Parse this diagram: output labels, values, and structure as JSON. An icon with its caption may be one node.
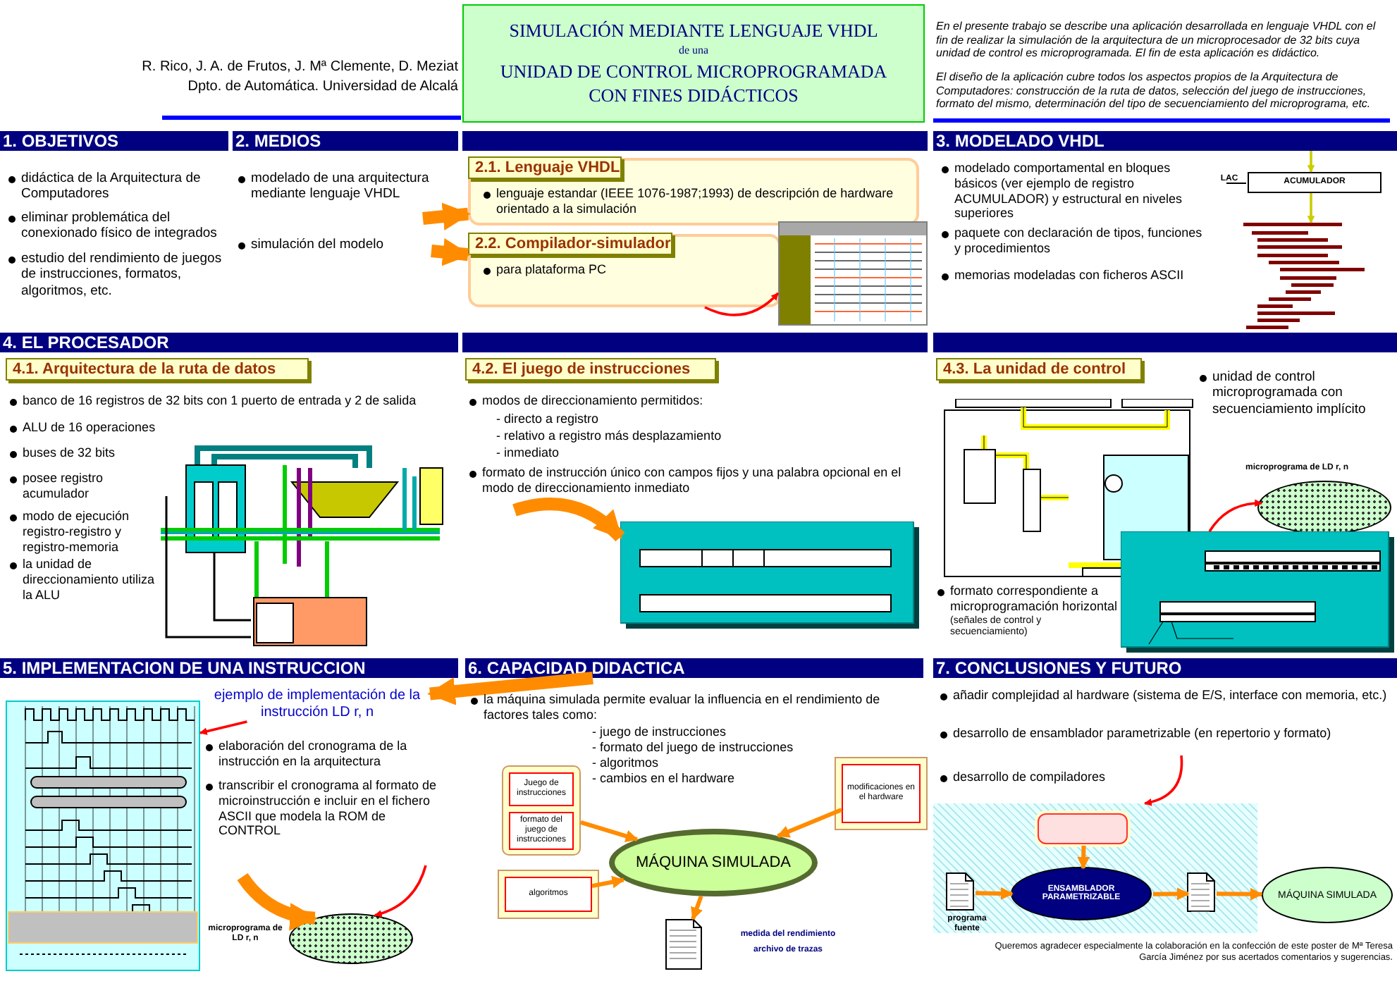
{
  "diagram": {
    "nodes": [
      {
        "text": [
          "SIMULACIÓN MEDIANTE LENGUAJE VHDL",
          "de una",
          "UNIDAD DE CONTROL MICROPROGRAMADA CON FINES DIDÁCTICOS"
        ]
      },
      {
        "text": [
          "1. OBJETIVOS"
        ]
      },
      {
        "text": [
          "2. MEDIOS"
        ]
      },
      {
        "text": [],
        "shape": "bar"
      },
      {
        "text": [
          "3. MODELADO VHDL"
        ]
      },
      {
        "text": [
          "2.1. Lenguaje VHDL",
          "lenguaje estandar (IEEE 1076-1987;1993) de descripción de hardware orientado a la simulación"
        ]
      },
      {
        "text": [
          "2.2. Compilador-simulador",
          "para plataforma PC"
        ]
      },
      {
        "text": [],
        "shape": "picture"
      },
      {
        "text": [
          "ACUMULADOR"
        ],
        "beside": [
          "LAC"
        ]
      },
      {
        "text": [
          "4. EL PROCESADOR"
        ]
      },
      {
        "text": [],
        "shape": "bar"
      },
      {
        "text": [],
        "shape": "bar"
      },
      {
        "text": [
          "4.1. Arquitectura de la ruta de datos"
        ]
      },
      {
        "text": [
          "4.2. El juego de instrucciones"
        ]
      },
      {
        "text": [
          "4.3. La unidad de control"
        ]
      },
      {
        "text": [],
        "shape": "picture"
      },
      {
        "text": [],
        "shape": "picture"
      },
      {
        "text": [],
        "shape": "picture"
      },
      {
        "text": [],
        "shape": "ellipse",
        "beside": [
          "microprograma de LD r, n"
        ]
      },
      {
        "text": [],
        "shape": "picture"
      },
      {
        "text": [
          "5. IMPLEMENTACION DE UNA INSTRUCCION"
        ]
      },
      {
        "text": [
          "6. CAPACIDAD DIDACTICA"
        ]
      },
      {
        "text": [
          "7. CONCLUSIONES Y FUTURO"
        ]
      },
      {
        "text": [],
        "shape": "picture"
      },
      {
        "text": [],
        "shape": "ellipse",
        "beside": [
          "microprograma de LD r, n"
        ]
      },
      {
        "text": [],
        "shape": "box"
      },
      {
        "text": [
          "Juego de instrucciones"
        ],
        "in": 25
      },
      {
        "text": [
          "formato del juego de instrucciones"
        ],
        "in": 25
      },
      {
        "text": [
          "algoritmos"
        ]
      },
      {
        "text": [
          "modificaciones en el hardware"
        ]
      },
      {
        "text": [
          "MÁQUINA SIMULADA"
        ]
      },
      {
        "text": [],
        "shape": "document",
        "beside": [
          "medida del rendimiento",
          "archivo de trazas"
        ]
      },
      {
        "text": [],
        "shape": "box"
      },
      {
        "text": [],
        "shape": "document",
        "in": 32,
        "beside": [
          "programa fuente"
        ]
      },
      {
        "text": [],
        "shape": "box",
        "in": 32
      },
      {
        "text": [
          "ENSAMBLADOR PARAMETRIZABLE"
        ],
        "in": 32
      },
      {
        "text": [],
        "shape": "document",
        "in": 32
      },
      {
        "text": [
          "MÁQUINA SIMULADA"
        ]
      },
      {
        "text": [
          "ejemplo de implementación de la instrucción LD r, n"
        ]
      },
      {
        "text": [],
        "shape": "picture"
      }
    ],
    "edges": [
      {
        "from": null,
        "to": 5,
        "arrow": "to",
        "style": "thick"
      },
      {
        "from": null,
        "to": 6,
        "arrow": "to",
        "style": "thick"
      },
      {
        "from": null,
        "to": 16,
        "arrow": "to",
        "style": "thick"
      },
      {
        "from": 21,
        "to": 38,
        "arrow": "to",
        "style": "thick"
      },
      {
        "from": null,
        "to": 24,
        "arrow": "to",
        "style": "thick"
      },
      {
        "from": 25,
        "to": 30,
        "arrow": "to"
      },
      {
        "from": 28,
        "to": 30,
        "arrow": "to"
      },
      {
        "from": 29,
        "to": 30,
        "arrow": "to"
      },
      {
        "from": 30,
        "to": 31,
        "arrow": "to"
      },
      {
        "from": 33,
        "to": 35,
        "arrow": "to"
      },
      {
        "from": 34,
        "to": 35,
        "arrow": "to"
      },
      {
        "from": 35,
        "to": 36,
        "arrow": "to"
      },
      {
        "from": 36,
        "to": 37,
        "arrow": "to"
      },
      {
        "from": 6,
        "to": 7,
        "arrow": "to",
        "color": "#ff0000"
      },
      {
        "from": 38,
        "to": 23,
        "arrow": "to",
        "color": "#ff0000"
      },
      {
        "from": null,
        "to": 24,
        "arrow": "to",
        "color": "#ff0000"
      },
      {
        "from": 19,
        "to": 18,
        "arrow": "to",
        "color": "#ff0000"
      },
      {
        "from": null,
        "to": 32,
        "arrow": "to",
        "color": "#ff0000"
      },
      {
        "from": 4,
        "to": 8,
        "arrow": "to",
        "color": "#cccc00"
      },
      {
        "from": 8,
        "to": 39,
        "arrow": "to",
        "color": "#cccc00"
      }
    ],
    "labels": [
      "R. Rico, J. A. de Frutos, J. Mª Clemente, D. Meziat",
      "Dpto. de Automática. Universidad de Alcalá",
      "En el presente trabajo se describe una aplicación desarrollada en lenguaje VHDL con el fin de realizar la simulación de la arquitectura de un microprocesador de 32 bits cuya unidad de control es microprogramada. El fin de esta aplicación es didáctico.",
      "El diseño de la aplicación cubre todos los aspectos propios de la Arquitectura de Computadores: construcción de la ruta de datos, selección del juego de instrucciones, formato del mismo, determinación del tipo de secuenciamiento del microprograma, etc.",
      "didáctica de la Arquitectura de Computadores",
      "eliminar problemática del conexionado físico de integrados",
      "estudio del rendimiento de juegos de instrucciones, formatos, algoritmos, etc.",
      "modelado de una arquitectura mediante lenguaje VHDL",
      "simulación del modelo",
      "modelado comportamental en bloques básicos (ver ejemplo de registro ACUMULADOR) y estructural en niveles superiores",
      "paquete con declaración de tipos, funciones y procedimientos",
      "memorias modeladas con ficheros ASCII",
      "banco de 16 registros de 32 bits con 1 puerto de entrada y 2 de salida",
      "ALU de 16 operaciones",
      "buses de 32 bits",
      "posee registro acumulador",
      "modo de ejecución registro-registro y registro-memoria",
      "la unidad de direccionamiento utiliza la ALU",
      "modos de direccionamiento permitidos:",
      "- directo a registro",
      "- relativo a registro más desplazamiento",
      "- inmediato",
      "formato de instrucción único con campos fijos y una palabra opcional en el modo de direccionamiento inmediato",
      "unidad de control microprogramada con secuenciamiento implícito",
      "formato correspondiente a microprogramación horizontal",
      "(señales de control y secuenciamiento)",
      "elaboración del cronograma de la instrucción en la arquitectura",
      "transcribir el cronograma al formato de microinstrucción e incluir en el fichero ASCII que modela la ROM de CONTROL",
      "la máquina simulada permite evaluar la influencia en el rendimiento de factores tales como:",
      "- juego de instrucciones",
      "- formato del juego de instrucciones",
      "- algoritmos",
      "- cambios en el hardware",
      "añadir complejidad al hardware (sistema de E/S, interface con memoria, etc.)",
      "desarrollo de ensamblador parametrizable (en repertorio y formato)",
      "desarrollo de compiladores",
      "Queremos agradecer especialmente la colaboración en la confección de este poster de Mª Teresa García Jiménez por sus acertados comentarios y sugerencias."
    ]
  }
}
